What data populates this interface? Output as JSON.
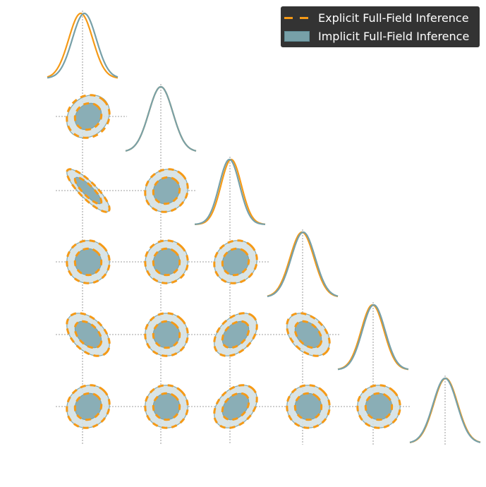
{
  "legend": {
    "explicit_label": "Explicit Full-Field Inference",
    "implicit_label": "Implicit Full-Field Inference"
  },
  "colors": {
    "explicit": "#f59a17",
    "implicit_fill_inner": "#8aaeb6",
    "implicit_fill_outer": "#d5e2e4",
    "implicit_line": "#77a0a8",
    "truth_line": "#808080",
    "axis": "#000000"
  },
  "chart_data": {
    "type": "corner",
    "n_params": 6,
    "title": "",
    "legend_placement": "top-right",
    "grid": false,
    "marginals": [
      {
        "explicit_shift": -0.15,
        "implicit_shift": 0.15,
        "width": 1.0
      },
      {
        "explicit_shift": 0.0,
        "implicit_shift": 0.0,
        "width": 1.0
      },
      {
        "explicit_shift": 0.12,
        "implicit_shift": -0.05,
        "width": 0.85
      },
      {
        "explicit_shift": -0.05,
        "implicit_shift": 0.05,
        "width": 1.0
      },
      {
        "explicit_shift": -0.05,
        "implicit_shift": 0.05,
        "width": 0.95
      },
      {
        "explicit_shift": 0.05,
        "implicit_shift": 0.0,
        "width": 1.0
      }
    ],
    "pairs": [
      {
        "row": 1,
        "col": 0,
        "corr": 0.2,
        "explicit_corr": 0.1
      },
      {
        "row": 2,
        "col": 0,
        "corr": -0.85,
        "explicit_corr": -0.85
      },
      {
        "row": 2,
        "col": 1,
        "corr": 0.1,
        "explicit_corr": 0.1
      },
      {
        "row": 3,
        "col": 0,
        "corr": 0.0,
        "explicit_corr": 0.0
      },
      {
        "row": 3,
        "col": 1,
        "corr": 0.05,
        "explicit_corr": 0.0
      },
      {
        "row": 3,
        "col": 2,
        "corr": 0.1,
        "explicit_corr": 0.1
      },
      {
        "row": 4,
        "col": 0,
        "corr": -0.45,
        "explicit_corr": -0.45
      },
      {
        "row": 4,
        "col": 1,
        "corr": 0.0,
        "explicit_corr": 0.0
      },
      {
        "row": 4,
        "col": 2,
        "corr": 0.4,
        "explicit_corr": 0.4
      },
      {
        "row": 4,
        "col": 3,
        "corr": -0.35,
        "explicit_corr": -0.4
      },
      {
        "row": 5,
        "col": 0,
        "corr": 0.1,
        "explicit_corr": 0.1
      },
      {
        "row": 5,
        "col": 1,
        "corr": 0.0,
        "explicit_corr": 0.0
      },
      {
        "row": 5,
        "col": 2,
        "corr": 0.35,
        "explicit_corr": 0.35
      },
      {
        "row": 5,
        "col": 3,
        "corr": 0.0,
        "explicit_corr": 0.0
      },
      {
        "row": 5,
        "col": 4,
        "corr": 0.0,
        "explicit_corr": 0.0
      }
    ]
  }
}
